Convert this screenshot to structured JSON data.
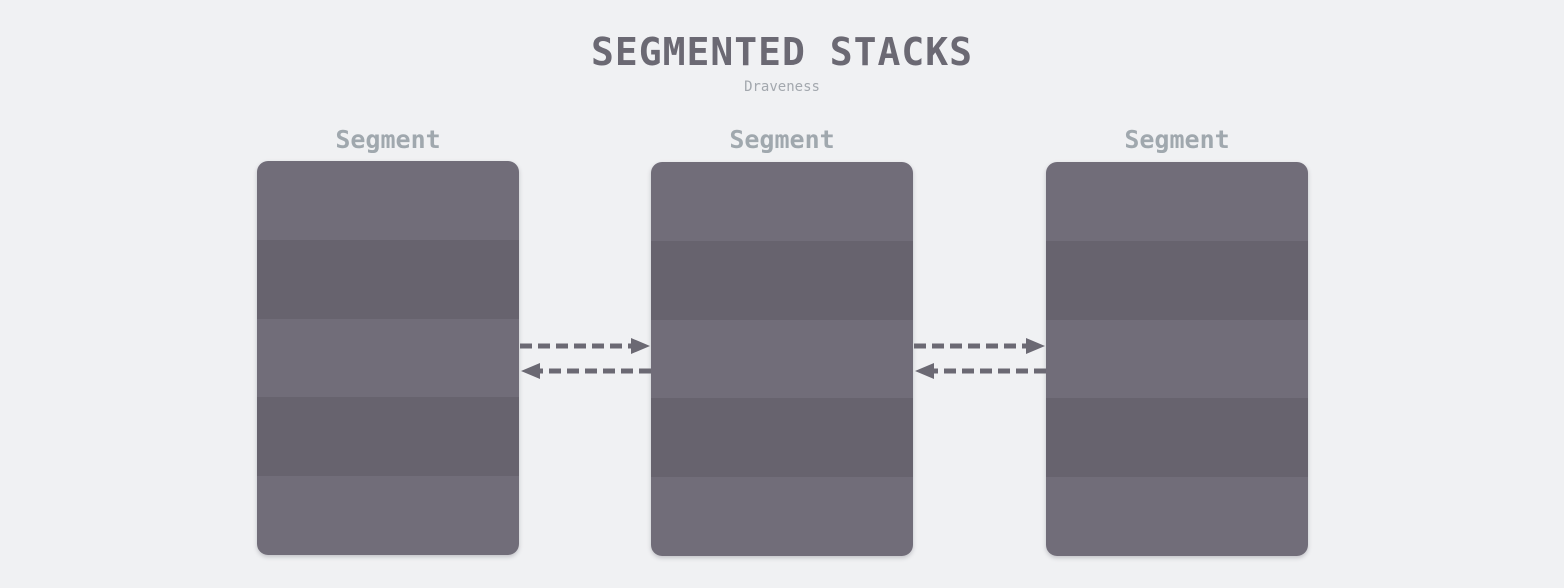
{
  "diagram": {
    "title": "SEGMENTED STACKS",
    "subtitle": "Draveness",
    "segments": [
      {
        "label": "Segment",
        "frames": 5
      },
      {
        "label": "Segment",
        "frames": 5
      },
      {
        "label": "Segment",
        "frames": 5
      }
    ],
    "links": [
      {
        "from": 0,
        "to": 1,
        "direction": "forward"
      },
      {
        "from": 1,
        "to": 0,
        "direction": "backward"
      },
      {
        "from": 1,
        "to": 2,
        "direction": "forward"
      },
      {
        "from": 2,
        "to": 1,
        "direction": "backward"
      }
    ],
    "colors": {
      "background": "#f0f1f3",
      "frame_light": "#716d79",
      "frame_dark": "#67636e",
      "arrow": "#6b6973",
      "title": "#6b6973",
      "label": "#a0a8ae"
    }
  }
}
